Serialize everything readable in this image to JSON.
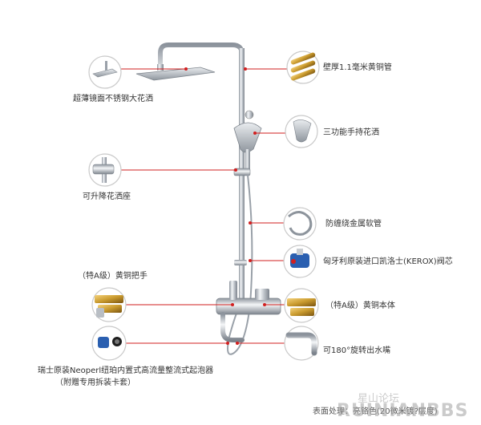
{
  "features": {
    "rain_shower": "超薄镜面不锈钢大花洒",
    "wall_thickness": "壁厚1.1毫米黄铜管",
    "hand_shower": "三功能手持花洒",
    "lift_seat": "可升降花洒座",
    "hose": "防缠绕金属软管",
    "valve_core": "匈牙利原装进口凯洛士(KEROX)阀芯",
    "handle": "（特A级）黄铜把手",
    "body": "（特A级）黄铜本体",
    "aerator_line1": "瑞士原装Neoperl纽珀内置式高流量整流式起泡器",
    "aerator_line2": "（附赠专用拆装卡套）",
    "spout": "可180°旋转出水嘴"
  },
  "footer": {
    "finish": "表面处理：亮铬色(20微米镀?层度)"
  },
  "watermark": {
    "cn": "星山论坛",
    "en": "RUINIANBBS"
  },
  "colors": {
    "accent": "#d21f1f",
    "chrome": "#c8ccd2",
    "brass": "#c99a2e"
  }
}
